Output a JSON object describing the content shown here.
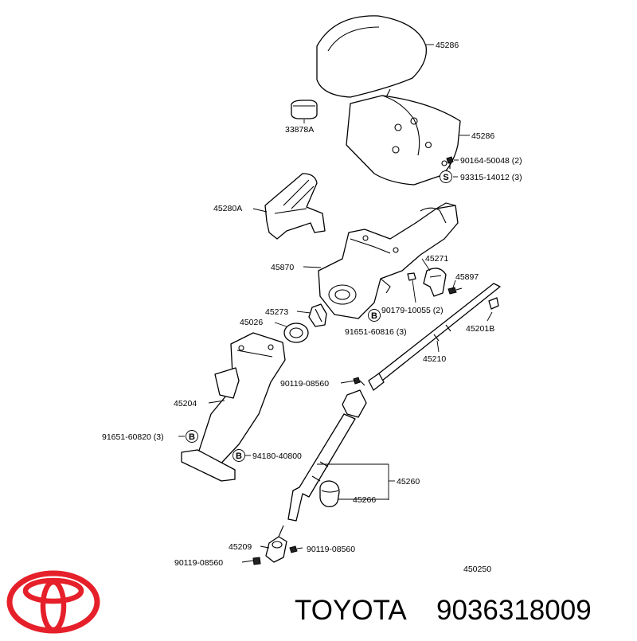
{
  "diagram": {
    "labels": {
      "cover_upper": "45286",
      "cover_lower": "45286",
      "pad": "33878A",
      "screw_a": "90164-50048 (2)",
      "screw_b": "93315-14012 (3)",
      "bracket_a": "45280A",
      "support": "45870",
      "clamp": "45271",
      "bolt_a": "45897",
      "nut_a": "90179-10055 (2)",
      "seal": "45273",
      "grommet": "45026",
      "bolt_b": "91651-60816 (3)",
      "bracket_b": "45201B",
      "shaft_main": "45210",
      "bolt_c": "90119-08560",
      "tube": "45204",
      "bolt_d": "91651-60820 (3)",
      "bolt_e": "94180-40800",
      "shaft_int": "45260",
      "bush": "45266",
      "joint": "45209",
      "bolt_f": "90119-08560",
      "bolt_g": "90119-08560",
      "ref": "450250"
    },
    "markers": {
      "b1": "B",
      "b2": "B",
      "b3": "B",
      "s1": "S"
    }
  },
  "footer": {
    "brand": "TOYOTA",
    "part_number": "9036318009"
  },
  "colors": {
    "logo": "#e6202a",
    "ink": "#000000",
    "background": "#ffffff"
  }
}
